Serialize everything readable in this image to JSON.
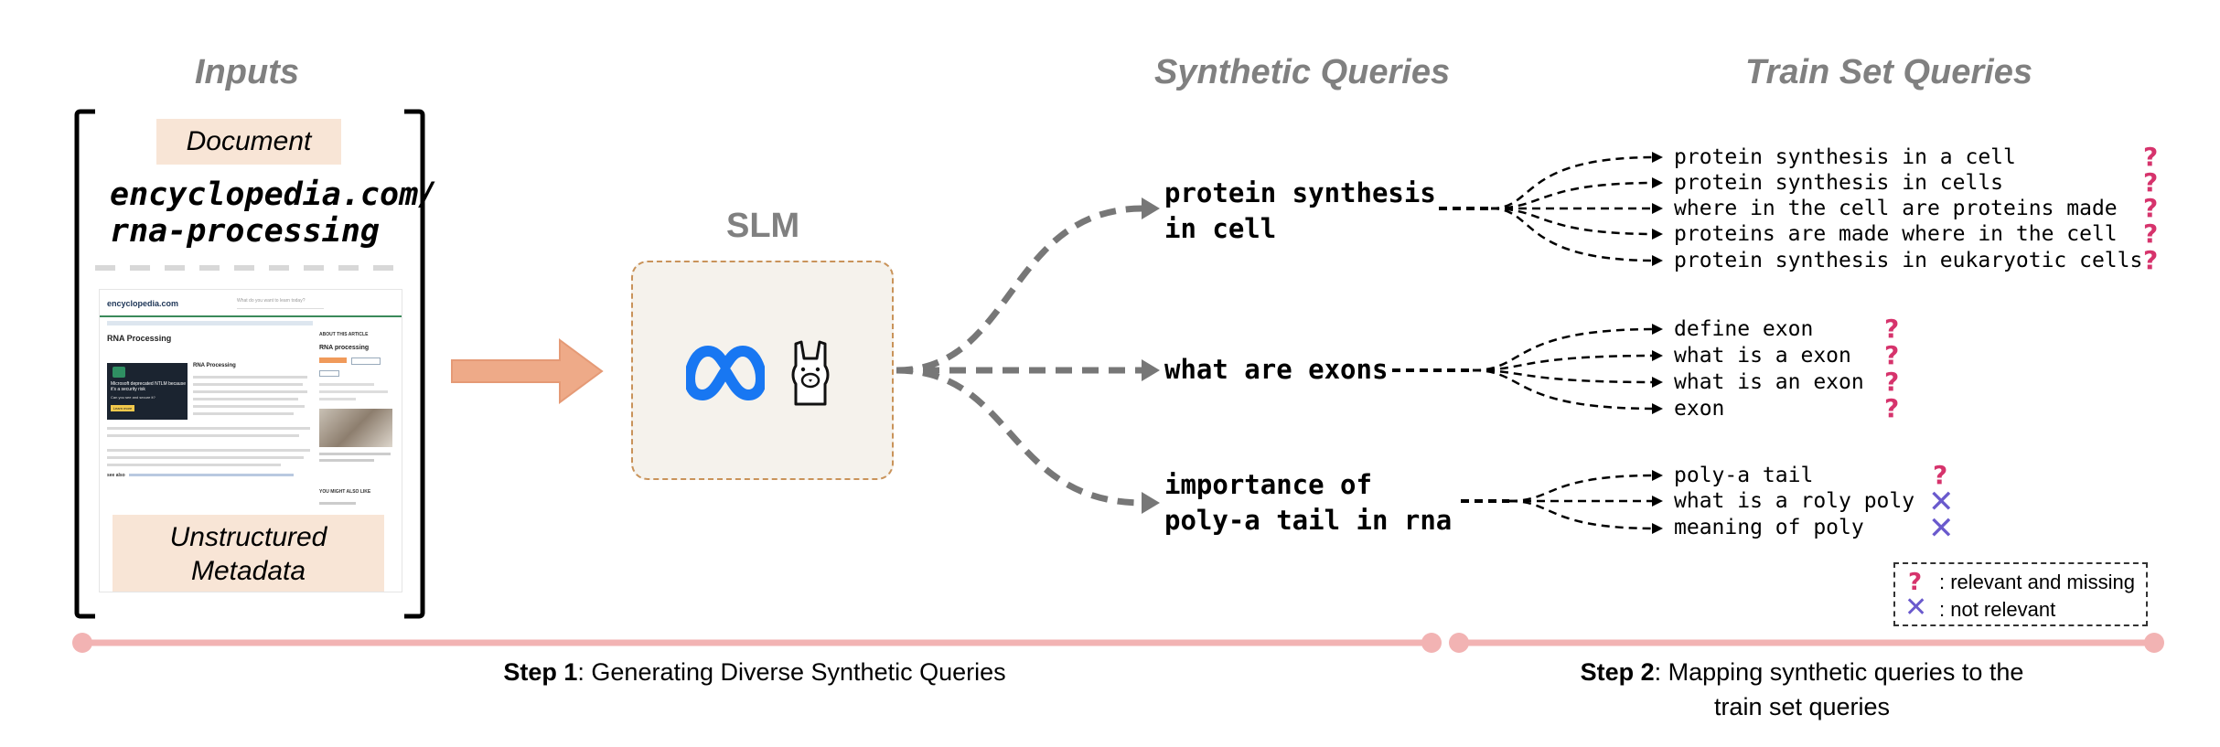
{
  "headings": {
    "inputs": "Inputs",
    "synthetic": "Synthetic Queries",
    "train": "Train Set Queries",
    "slm": "SLM"
  },
  "inputs": {
    "document_tag": "Document",
    "url_line1": "encyclopedia.com/",
    "url_line2": "rna-processing",
    "metadata_line1": "Unstructured",
    "metadata_line2": "Metadata"
  },
  "thumbnail": {
    "site": "encyclopedia.com",
    "search_placeholder": "What do you want to learn today?",
    "title": "RNA Processing",
    "sidebar_heading": "ABOUT THIS ARTICLE",
    "sidebar_title": "RNA processing",
    "promo_text": "Microsoft deprecated NTLM because it's a security risk",
    "promo_sub": "Can you see and secure it?",
    "promo_button": "Learn more",
    "card_title": "RNA Processing",
    "see_also": "see also",
    "you_might": "YOU MIGHT ALSO LIKE"
  },
  "synthetic_queries": [
    {
      "line1": "protein synthesis",
      "line2": "in cell",
      "matches": [
        {
          "text": "protein synthesis in a cell",
          "mark": "?"
        },
        {
          "text": "protein synthesis in cells",
          "mark": "?"
        },
        {
          "text": "where in the cell are proteins made",
          "mark": "?"
        },
        {
          "text": "proteins are made where in the cell",
          "mark": "?"
        },
        {
          "text": "protein synthesis in eukaryotic cells",
          "mark": "?"
        }
      ]
    },
    {
      "line1": "what are exons",
      "line2": "",
      "matches": [
        {
          "text": "define exon",
          "mark": "?"
        },
        {
          "text": "what is a exon",
          "mark": "?"
        },
        {
          "text": "what is an exon",
          "mark": "?"
        },
        {
          "text": "exon",
          "mark": "?"
        }
      ]
    },
    {
      "line1": "importance of",
      "line2": "poly-a tail in rna",
      "matches": [
        {
          "text": "poly-a tail",
          "mark": "?"
        },
        {
          "text": "what is a roly poly",
          "mark": "✕"
        },
        {
          "text": "meaning of poly",
          "mark": "✕"
        }
      ]
    }
  ],
  "legend": {
    "relevant_symbol": "?",
    "relevant_label": ": relevant and missing",
    "not_relevant_symbol": "✕",
    "not_relevant_label": ": not relevant"
  },
  "steps": {
    "step1_bold": "Step 1",
    "step1_rest": ": Generating Diverse Synthetic Queries",
    "step2_bold": "Step 2",
    "step2_rest_line1": ": Mapping synthetic queries to the",
    "step2_rest_line2": "train set queries"
  },
  "colors": {
    "heading_gray": "#808080",
    "tag_bg": "#f8e5d6",
    "arrow_salmon": "#eeaa88",
    "slm_box_bg": "#f5f2ec",
    "slm_box_border": "#c9935a",
    "connector_gray": "#777777",
    "timeline_pink": "#f2b3b3",
    "question_mark": "#d6336c",
    "cross_mark": "#6a5acd",
    "meta_blue": "#1877f2"
  },
  "icons": [
    "meta-logo-icon",
    "llama-icon",
    "question-icon",
    "cross-icon",
    "arrow-right-icon"
  ]
}
